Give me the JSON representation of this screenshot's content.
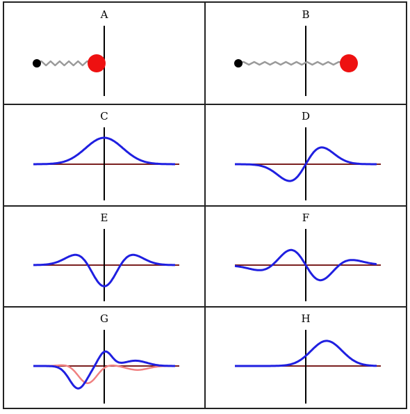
{
  "panels": [
    {
      "label": "A",
      "kind": "spring",
      "stretch": "short"
    },
    {
      "label": "B",
      "kind": "spring",
      "stretch": "long"
    },
    {
      "label": "C",
      "kind": "wave",
      "shape": "gaussian"
    },
    {
      "label": "D",
      "kind": "wave",
      "shape": "first-derivative-of-gaussian"
    },
    {
      "label": "E",
      "kind": "wave",
      "shape": "second-derivative-of-gaussian"
    },
    {
      "label": "F",
      "kind": "wave",
      "shape": "third-derivative-of-gaussian"
    },
    {
      "label": "G",
      "kind": "wave",
      "shape": "superposition"
    },
    {
      "label": "H",
      "kind": "wave",
      "shape": "shifted-gaussian"
    }
  ],
  "colors": {
    "wave": "#1f1fe0",
    "secondary_wave": "#f08080",
    "axis_horizontal": "#7a1f1f",
    "axis_vertical": "#000000",
    "ball_large": "#ee1111",
    "ball_small": "#000000",
    "spring": "#9a9a9a",
    "grid": "#222222"
  }
}
